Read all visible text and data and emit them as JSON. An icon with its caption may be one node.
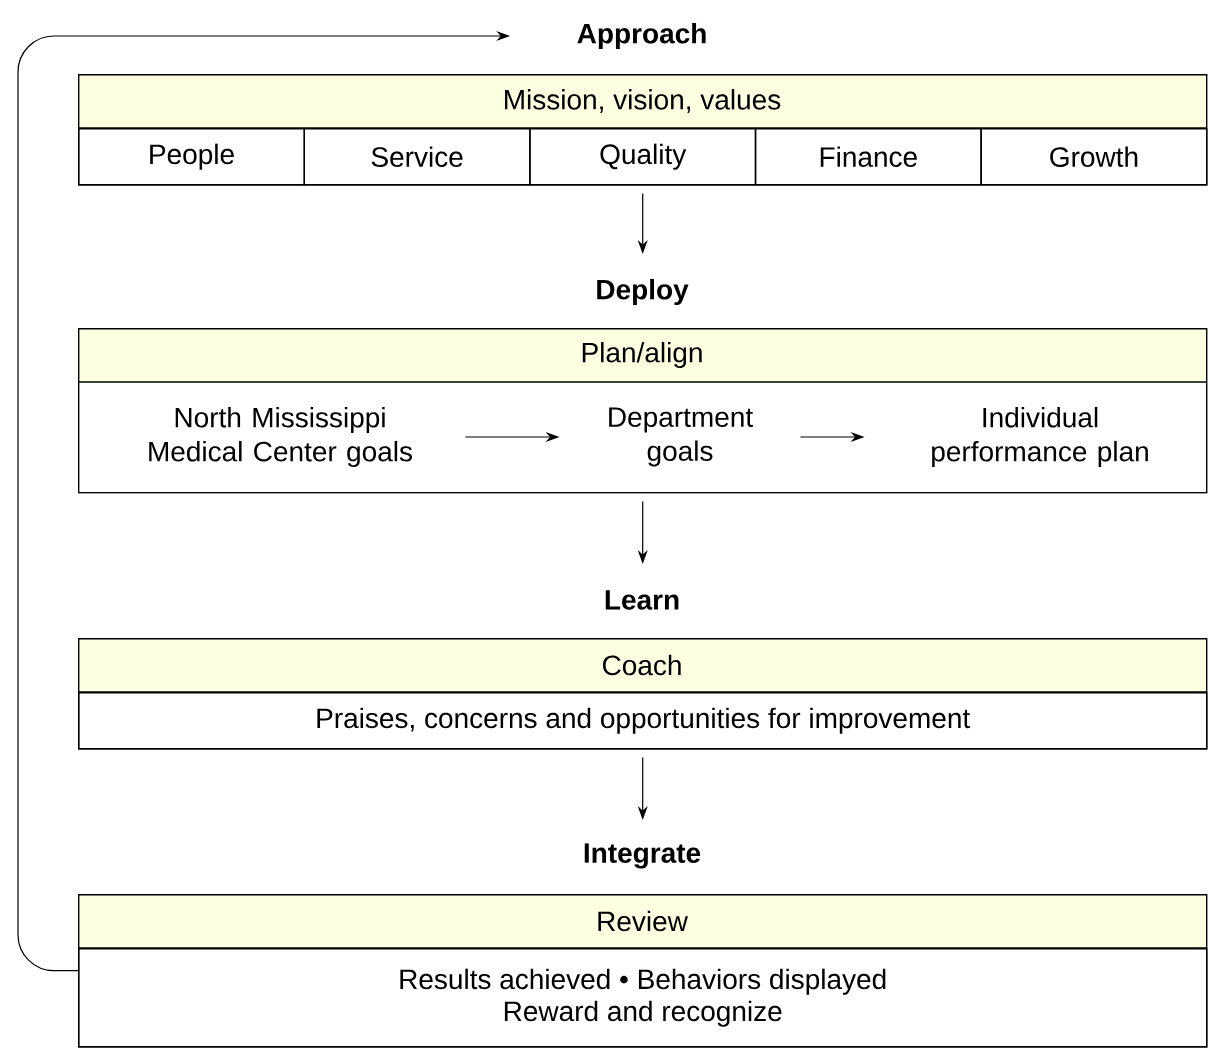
{
  "diagram": {
    "nodes": [
      {
        "text": [
          "Approach",
          "Mission, vision, values"
        ]
      },
      {
        "text": [
          "People"
        ],
        "in": 0
      },
      {
        "text": [
          "Service"
        ],
        "in": 0
      },
      {
        "text": [
          "Quality"
        ],
        "in": 0
      },
      {
        "text": [
          "Finance"
        ],
        "in": 0
      },
      {
        "text": [
          "Growth"
        ],
        "in": 0
      },
      {
        "text": [
          "Deploy",
          "Plan/align"
        ]
      },
      {
        "text": [
          "North Mississippi Medical Center goals"
        ],
        "in": 6
      },
      {
        "text": [
          "Department goals"
        ],
        "in": 6
      },
      {
        "text": [
          "Individual performance plan"
        ],
        "in": 6
      },
      {
        "text": [
          "Learn",
          "Coach"
        ]
      },
      {
        "text": [
          "Praises, concerns and opportunities for improvement"
        ],
        "in": 10
      },
      {
        "text": [
          "Integrate",
          "Review"
        ]
      },
      {
        "text": [
          "Results achieved • Behaviors displayed",
          "Reward and recognize"
        ],
        "in": 12
      }
    ],
    "edges": [
      {
        "from": 0,
        "to": 6,
        "arrow": "to"
      },
      {
        "from": 7,
        "to": 8,
        "arrow": "to"
      },
      {
        "from": 8,
        "to": 9,
        "arrow": "to"
      },
      {
        "from": 6,
        "to": 10,
        "arrow": "to"
      },
      {
        "from": 10,
        "to": 12,
        "arrow": "to"
      },
      {
        "from": 12,
        "to": 0,
        "arrow": "to"
      }
    ]
  }
}
